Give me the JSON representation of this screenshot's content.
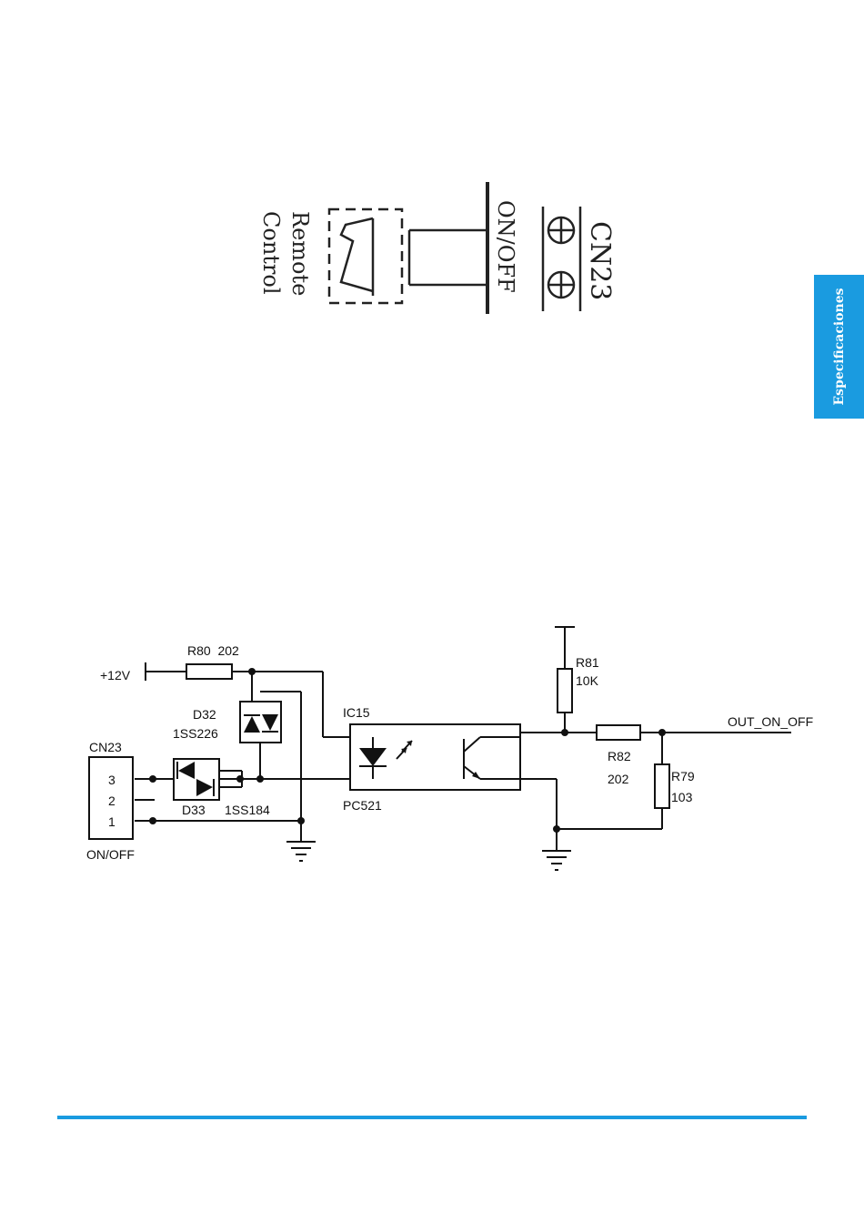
{
  "side_tab": {
    "label": "Especificaciones",
    "color": "#1a9be0"
  },
  "top_diagram": {
    "connector_label": "CN23",
    "switch_label": "ON/OFF",
    "remote_label_line1": "Remote",
    "remote_label_line2": "Control"
  },
  "schematic": {
    "supply": "+12V",
    "r80": "R80  202",
    "d32_name": "D32",
    "d32_part": "1SS226",
    "cn23": "CN23",
    "pin3": "3",
    "pin2": "2",
    "pin1": "1",
    "connector_name": "ON/OFF",
    "d33_name": "D33",
    "d33_part": "1SS184",
    "ic15": "IC15",
    "ic15_part": "PC521",
    "r81_name": "R81",
    "r81_value": "10K",
    "r82_name": "R82",
    "r82_value": "202",
    "r79_name": "R79",
    "r79_value": "103",
    "output": "OUT_ON_OFF"
  },
  "colors": {
    "accent": "#1a9be0",
    "ink": "#111111"
  }
}
